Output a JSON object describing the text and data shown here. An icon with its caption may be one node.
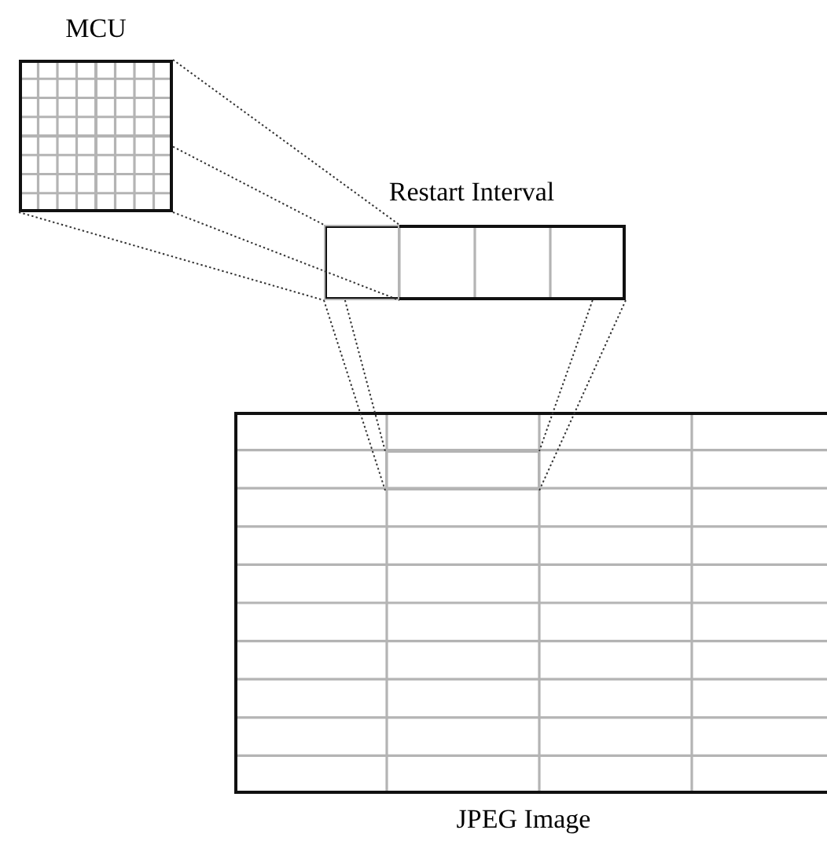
{
  "diagram": {
    "nodes": [
      {
        "text": [
          "MCU"
        ]
      },
      {
        "text": [
          "Restart Interval"
        ]
      },
      {
        "text": [],
        "shape": "box",
        "in": 1
      },
      {
        "text": [
          "JPEG Image"
        ]
      },
      {
        "text": [],
        "shape": "box",
        "in": 3
      }
    ],
    "edges": [
      {
        "from": 0,
        "to": 2,
        "arrow": "none",
        "style": "dashed"
      },
      {
        "from": 0,
        "to": 2,
        "arrow": "none",
        "style": "dashed"
      },
      {
        "from": 0,
        "to": 2,
        "arrow": "none",
        "style": "dashed"
      },
      {
        "from": 0,
        "to": 2,
        "arrow": "none",
        "style": "dashed"
      },
      {
        "from": 1,
        "to": 4,
        "arrow": "none",
        "style": "dashed"
      },
      {
        "from": 1,
        "to": 4,
        "arrow": "none",
        "style": "dashed"
      },
      {
        "from": 1,
        "to": 4,
        "arrow": "none",
        "style": "dashed"
      },
      {
        "from": 1,
        "to": 4,
        "arrow": "none",
        "style": "dashed"
      }
    ]
  }
}
